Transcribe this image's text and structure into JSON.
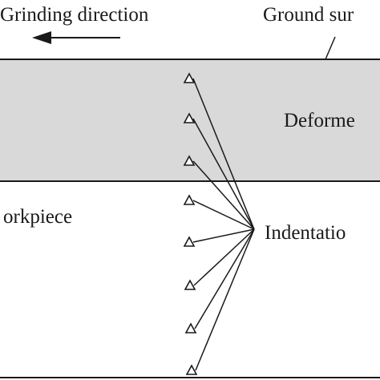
{
  "labels": {
    "grinding_direction": "Grinding direction",
    "ground_surface": "Ground sur",
    "deformed_layer": "Deforme",
    "workpiece": "orkpiece",
    "indentation": "Indentatio"
  },
  "colors": {
    "deformed_layer_fill": "#d9d9d9",
    "line": "#1a1a1a",
    "background": "#ffffff"
  },
  "indentations": {
    "in_deformed_layer": 3,
    "in_workpiece": 5
  }
}
